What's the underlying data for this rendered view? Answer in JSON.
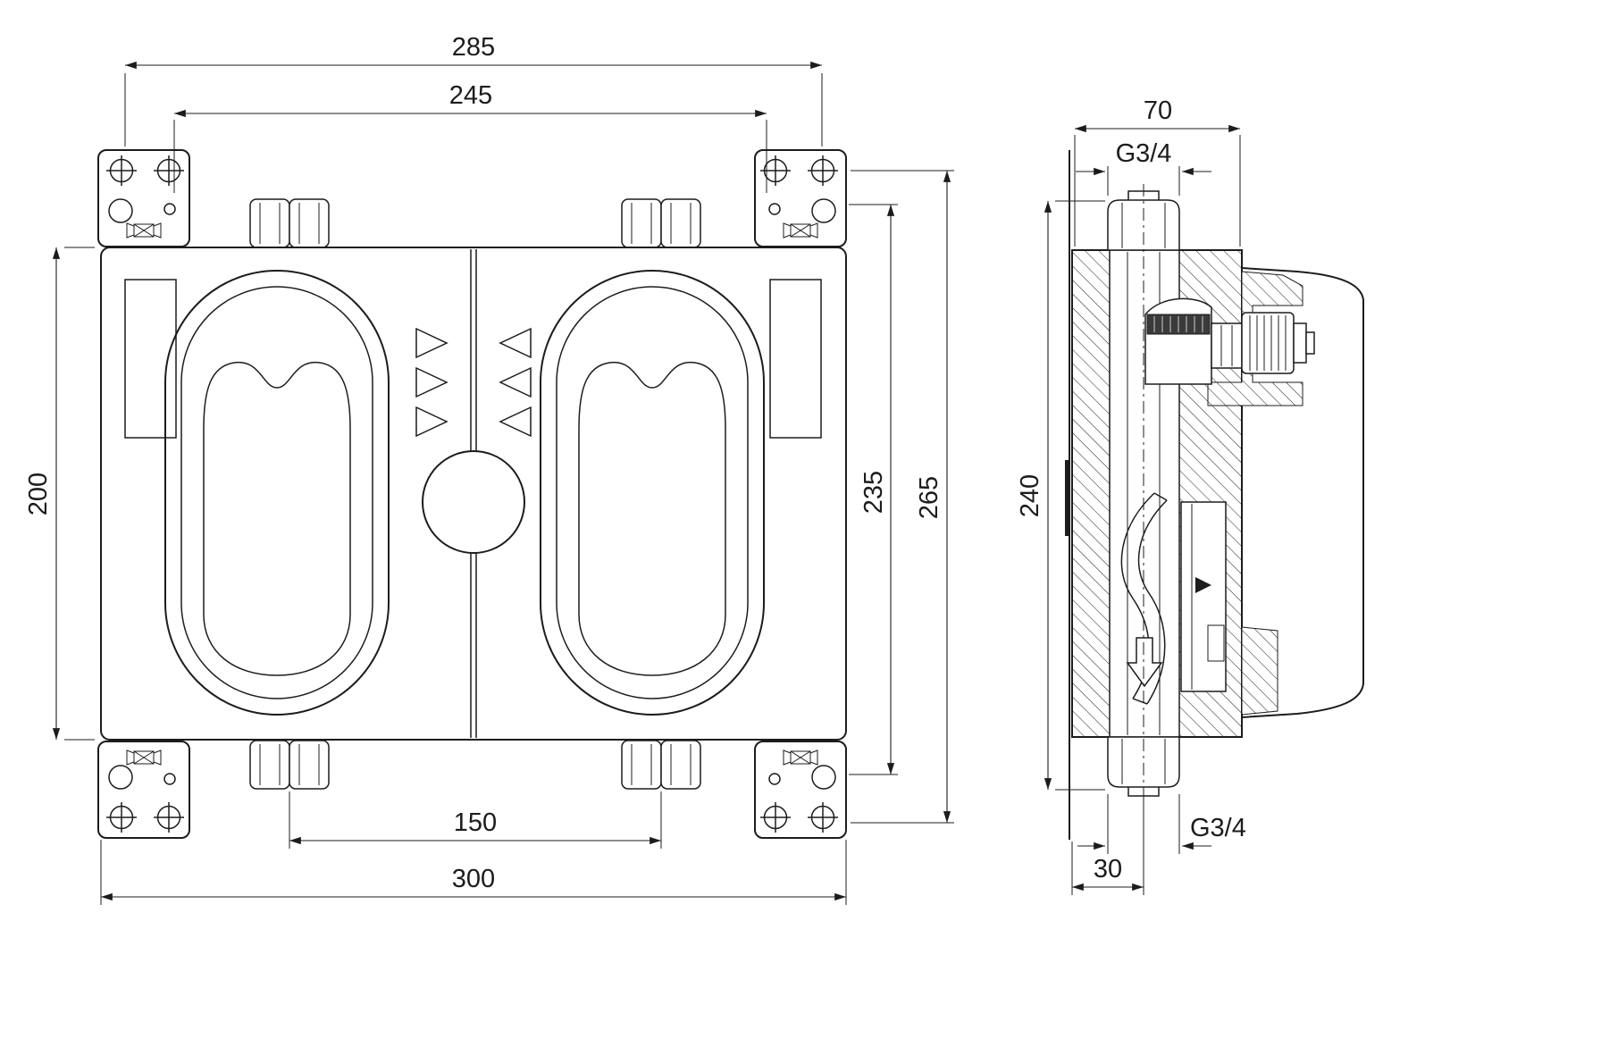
{
  "colors": {
    "background": "#ffffff",
    "line": "#1c1c1c"
  },
  "front_view": {
    "dims": {
      "bracket_hole_span_width": "285",
      "inner_hole_span_width": "245",
      "body_height": "200",
      "connection_span_height": "235",
      "bracket_span_height": "265",
      "outlet_spacing": "150",
      "overall_width": "300"
    }
  },
  "side_view": {
    "dims": {
      "depth": "70",
      "top_thread": "G3/4",
      "overall_height": "240",
      "bottom_thread": "G3/4",
      "wall_to_axis": "30"
    }
  }
}
